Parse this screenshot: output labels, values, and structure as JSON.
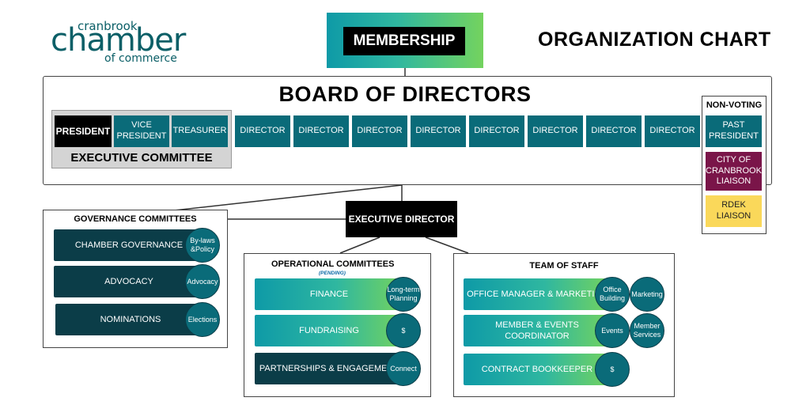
{
  "logo": {
    "top": "cranbrook",
    "main": "chamber",
    "sub": "of commerce"
  },
  "membership": "MEMBERSHIP",
  "org_title": "ORGANIZATION CHART",
  "board": {
    "title": "BOARD OF DIRECTORS",
    "exec_committee_label": "EXECUTIVE COMMITTEE",
    "president": "PRESIDENT",
    "vice_president": "VICE PRESIDENT",
    "treasurer": "TREASURER",
    "directors": [
      "DIRECTOR",
      "DIRECTOR",
      "DIRECTOR",
      "DIRECTOR",
      "DIRECTOR",
      "DIRECTOR",
      "DIRECTOR",
      "DIRECTOR"
    ]
  },
  "non_voting": {
    "label": "NON-VOTING",
    "items": [
      "PAST PRESIDENT",
      "CITY OF CRANBROOK LIAISON",
      "RDEK LIAISON"
    ]
  },
  "executive_director": "EXECUTIVE DIRECTOR",
  "governance": {
    "title": "GOVERNANCE COMMITTEES",
    "rows": [
      {
        "label": "CHAMBER GOVERNANCE",
        "badge": "By-laws &Policy"
      },
      {
        "label": "ADVOCACY",
        "badge": "Advocacy"
      },
      {
        "label": "NOMINATIONS",
        "badge": "Elections"
      }
    ]
  },
  "operational": {
    "title": "OPERATIONAL COMMITTEES",
    "pending": "(PENDING)",
    "rows": [
      {
        "label": "FINANCE",
        "badge": "Long-term Planning"
      },
      {
        "label": "FUNDRAISING",
        "badge": "$"
      },
      {
        "label": "PARTNERSHIPS & ENGAGEMENT",
        "badge": "Connect"
      }
    ]
  },
  "staff": {
    "title": "TEAM OF STAFF",
    "rows": [
      {
        "label": "OFFICE MANAGER & MARKETING",
        "badges": [
          "Office Building",
          "Marketing"
        ]
      },
      {
        "label": "MEMBER & EVENTS COORDINATOR",
        "badges": [
          "Events",
          "Member Services"
        ]
      },
      {
        "label": "CONTRACT BOOKKEEPER",
        "badges": [
          "$"
        ]
      }
    ]
  },
  "colors": {
    "teal": "#0a6b79",
    "dark_teal": "#0b3d48",
    "gradient_start": "#0e9aa7",
    "gradient_end": "#74d35e",
    "purple": "#7a1549",
    "yellow": "#fad85a"
  }
}
